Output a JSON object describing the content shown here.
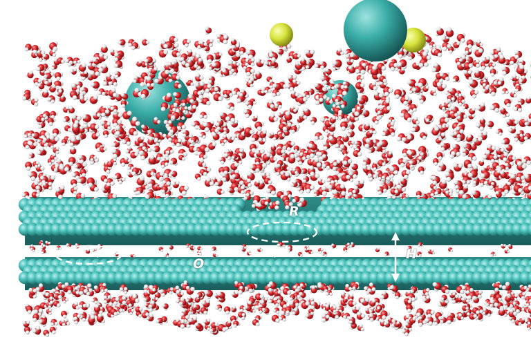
{
  "figure": {
    "labels": {
      "R": "R",
      "O": "O",
      "H": "H"
    },
    "colors": {
      "oxygen": "#d8262a",
      "hydrogen": "#f2f2f2",
      "substrate": "#47c2bd",
      "ion_large": "#3aada8",
      "ion_yellow": "#d7e23b",
      "annotation": "#ffffff"
    }
  }
}
